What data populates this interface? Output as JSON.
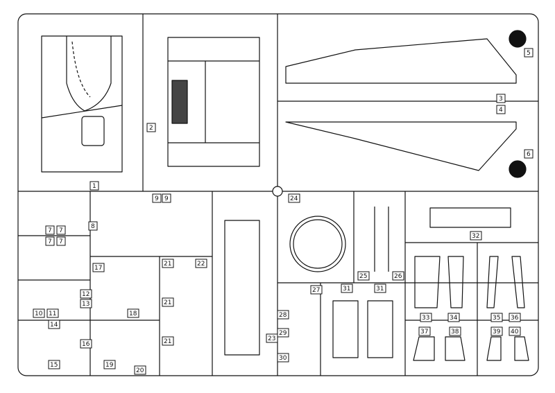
{
  "figure": {
    "kind": "model kit sprue / parts tree",
    "background": "#ffffff",
    "line_color": "#111111"
  },
  "part_numbers": [
    {
      "id": "p1",
      "label": "1"
    },
    {
      "id": "p2",
      "label": "2"
    },
    {
      "id": "p3",
      "label": "3"
    },
    {
      "id": "p4",
      "label": "4"
    },
    {
      "id": "p5",
      "label": "5"
    },
    {
      "id": "p6",
      "label": "6"
    },
    {
      "id": "p7a",
      "label": "7"
    },
    {
      "id": "p7b",
      "label": "7"
    },
    {
      "id": "p7c",
      "label": "7"
    },
    {
      "id": "p7d",
      "label": "7"
    },
    {
      "id": "p8",
      "label": "8"
    },
    {
      "id": "p9a",
      "label": "9"
    },
    {
      "id": "p9b",
      "label": "9"
    },
    {
      "id": "p10",
      "label": "10"
    },
    {
      "id": "p11",
      "label": "11"
    },
    {
      "id": "p12",
      "label": "12"
    },
    {
      "id": "p13",
      "label": "13"
    },
    {
      "id": "p14",
      "label": "14"
    },
    {
      "id": "p15",
      "label": "15"
    },
    {
      "id": "p16",
      "label": "16"
    },
    {
      "id": "p17",
      "label": "17"
    },
    {
      "id": "p18",
      "label": "18"
    },
    {
      "id": "p19",
      "label": "19"
    },
    {
      "id": "p20",
      "label": "20"
    },
    {
      "id": "p21a",
      "label": "21"
    },
    {
      "id": "p21b",
      "label": "21"
    },
    {
      "id": "p21c",
      "label": "21"
    },
    {
      "id": "p22",
      "label": "22"
    },
    {
      "id": "p23",
      "label": "23"
    },
    {
      "id": "p24",
      "label": "24"
    },
    {
      "id": "p25",
      "label": "25"
    },
    {
      "id": "p26",
      "label": "26"
    },
    {
      "id": "p27",
      "label": "27"
    },
    {
      "id": "p28",
      "label": "28"
    },
    {
      "id": "p29",
      "label": "29"
    },
    {
      "id": "p30",
      "label": "30"
    },
    {
      "id": "p31a",
      "label": "31"
    },
    {
      "id": "p31b",
      "label": "31"
    },
    {
      "id": "p32",
      "label": "32"
    },
    {
      "id": "p33",
      "label": "33"
    },
    {
      "id": "p34",
      "label": "34"
    },
    {
      "id": "p35",
      "label": "35"
    },
    {
      "id": "p36",
      "label": "36"
    },
    {
      "id": "p37",
      "label": "37"
    },
    {
      "id": "p38",
      "label": "38"
    },
    {
      "id": "p39",
      "label": "39"
    },
    {
      "id": "p40",
      "label": "40"
    }
  ]
}
